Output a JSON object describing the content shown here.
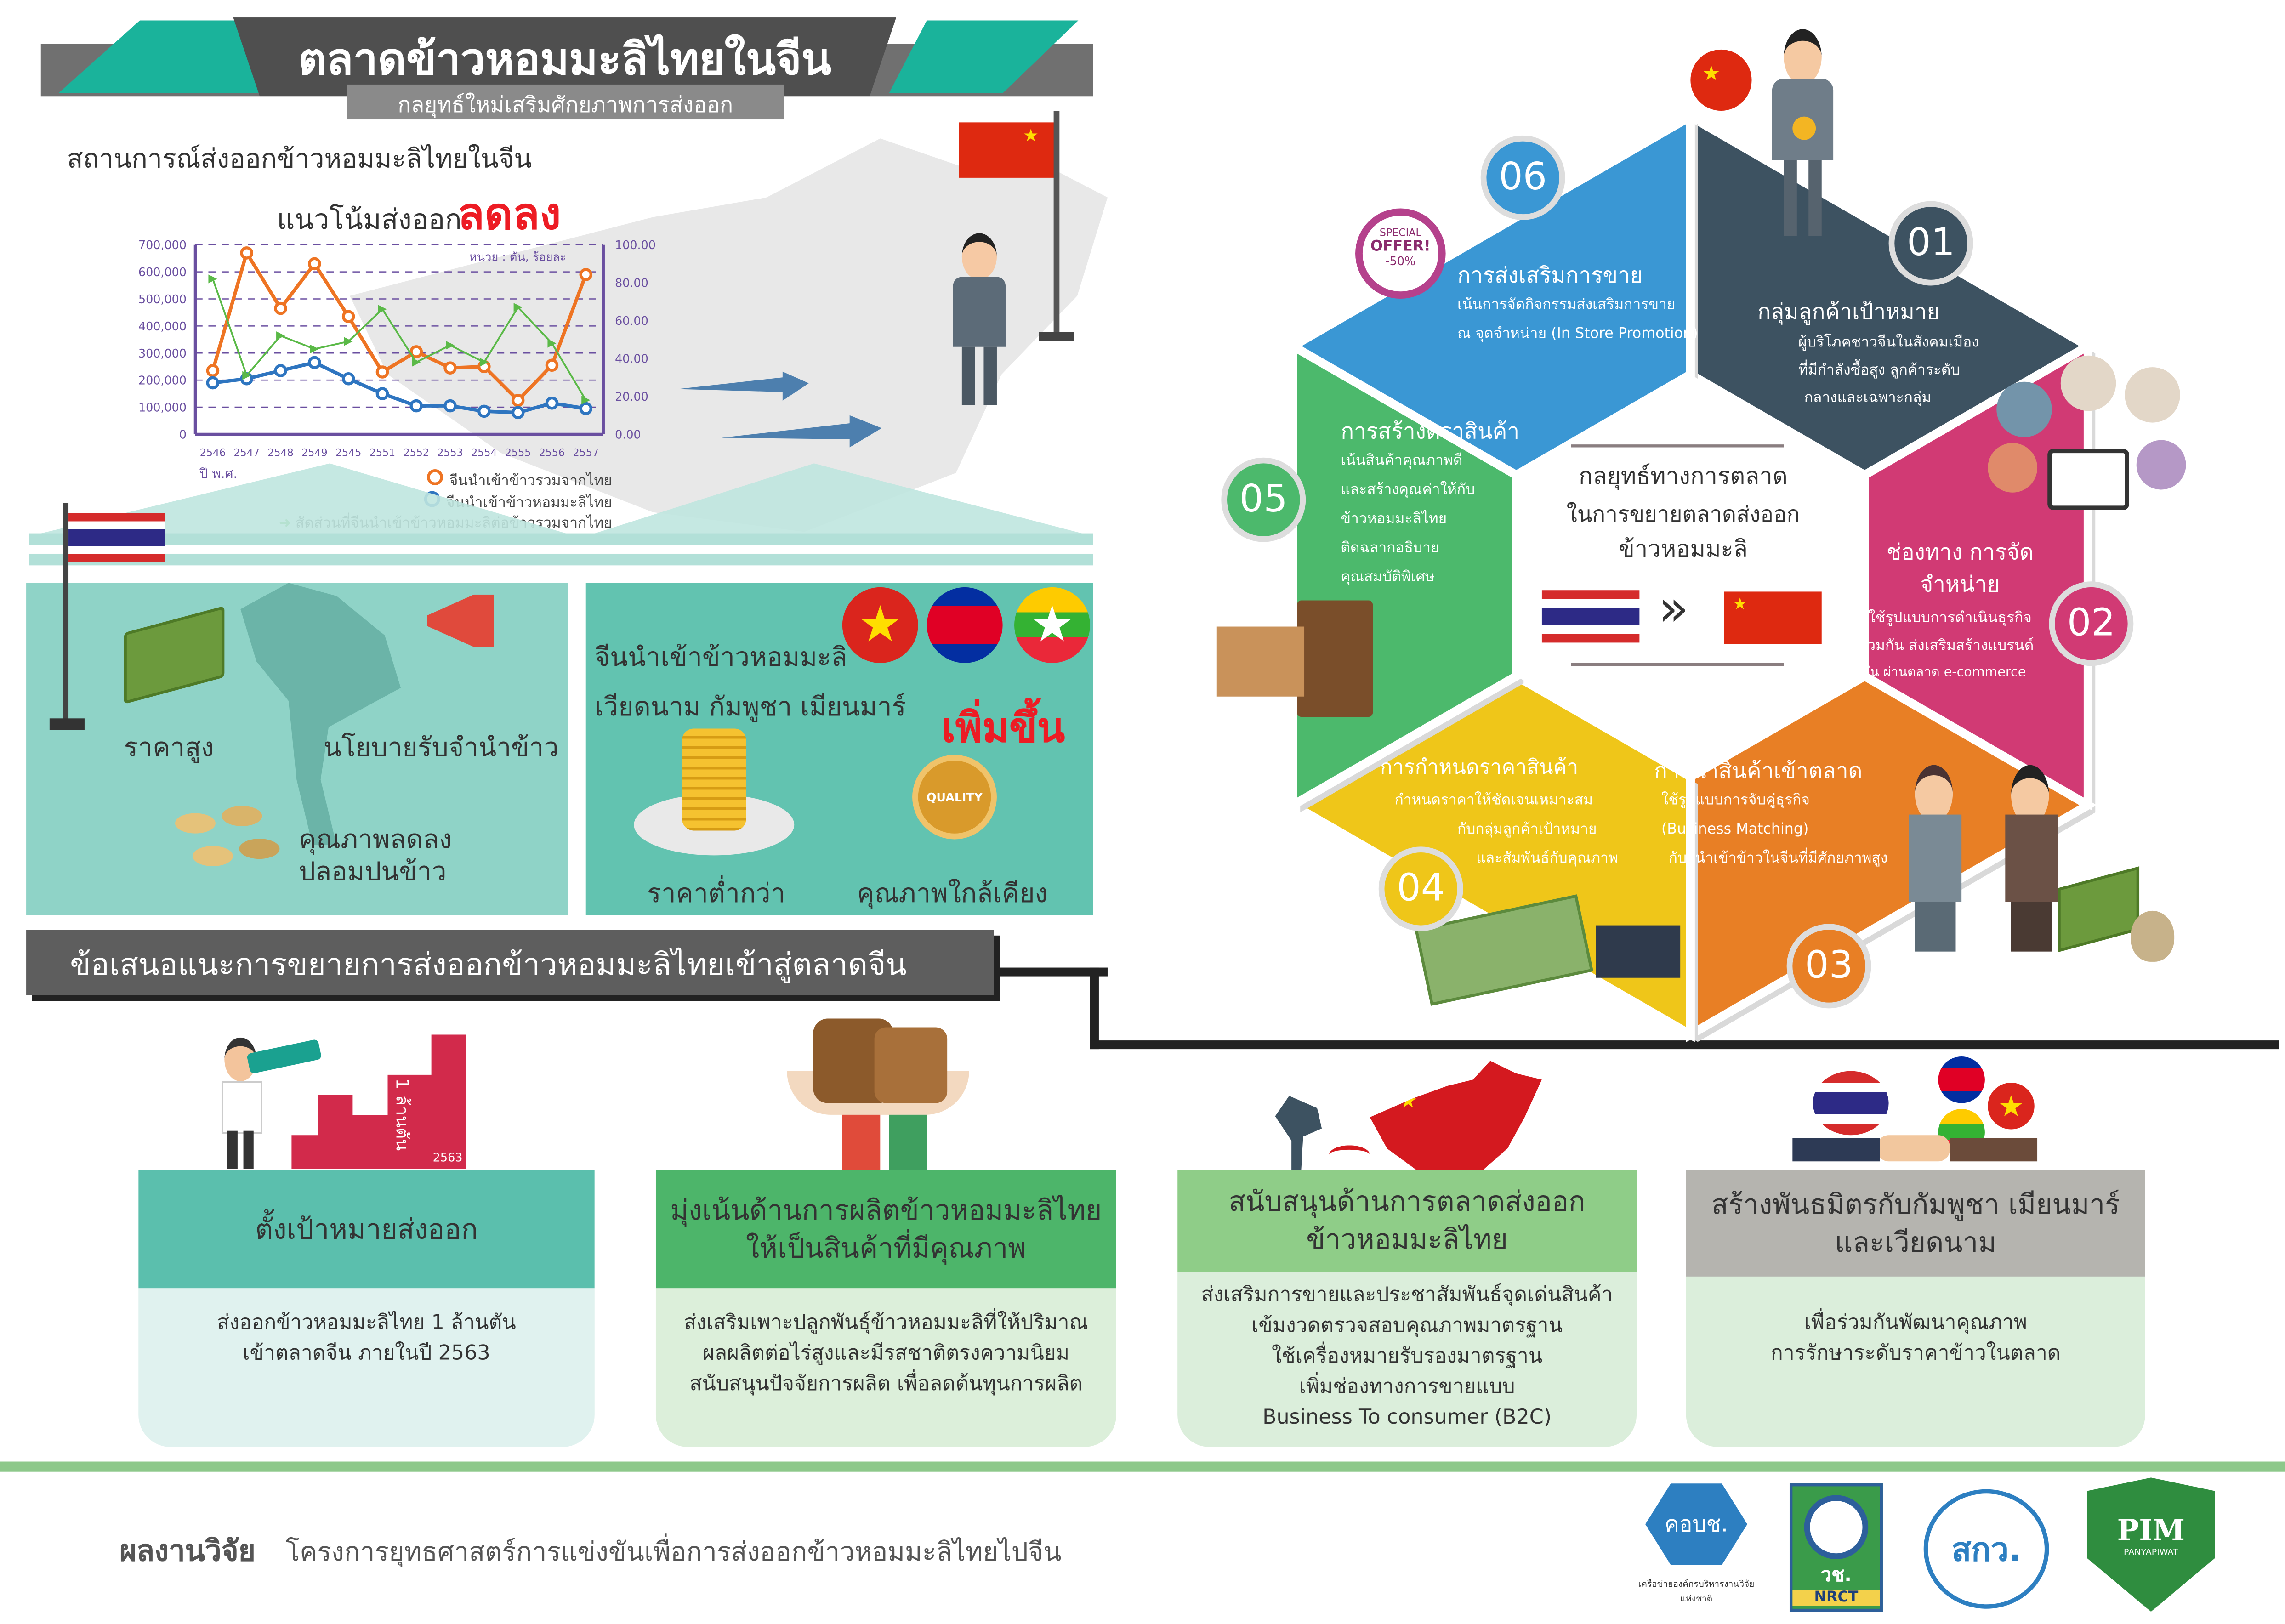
{
  "header": {
    "title": "ตลาดข้าวหอมมะลิไทยในจีน",
    "subtitle": "กลยุทธ์ใหม่เสริมศักยภาพการส่งออก"
  },
  "situation": {
    "heading": "สถานการณ์ส่งออกข้าวหอมมะลิไทยในจีน",
    "trend_label": "แนวโน้มส่งออก",
    "trend_value": "ลดลง"
  },
  "chart_data": {
    "type": "line",
    "title": "แนวโน้มส่งออก ลดลง",
    "unit_note": "หน่วย : ตัน, ร้อยละ",
    "xlabel": "ปี พ.ศ.",
    "categories": [
      "2546",
      "2547",
      "2548",
      "2549",
      "2545",
      "2551",
      "2552",
      "2553",
      "2554",
      "2555",
      "2556",
      "2557"
    ],
    "y_left": {
      "range": [
        0,
        700000
      ],
      "ticks": [
        "0",
        "100,000",
        "200,000",
        "300,000",
        "400,000",
        "500,000",
        "600,000",
        "700,000"
      ],
      "tick_values": [
        0,
        100000,
        200000,
        300000,
        400000,
        500000,
        600000,
        700000
      ]
    },
    "y_right": {
      "range": [
        0,
        100
      ],
      "ticks": [
        "0.00",
        "20.00",
        "40.00",
        "60.00",
        "80.00",
        "100.00"
      ],
      "tick_values": [
        0,
        20,
        40,
        60,
        80,
        100
      ]
    },
    "grid": true,
    "series": [
      {
        "name": "จีนนำเข้าข้าวรวมจากไทย",
        "axis": "left",
        "color": "#ee7423",
        "values": [
          235000,
          670000,
          465000,
          630000,
          435000,
          230000,
          305000,
          245000,
          250000,
          125000,
          255000,
          590000
        ]
      },
      {
        "name": "จีนนำเข้าข้าวหอมมะลิไทย",
        "axis": "left",
        "color": "#2e75c0",
        "values": [
          190000,
          205000,
          235000,
          265000,
          205000,
          150000,
          105000,
          105000,
          85000,
          80000,
          115000,
          95000
        ]
      },
      {
        "name": "สัดส่วนที่จีนนำเข้าข้าวหอมมะลิต่อข้าวรวมจากไทย",
        "axis": "right",
        "color": "#5ab947",
        "values": [
          82,
          31,
          52,
          45,
          49,
          66,
          38,
          47,
          38,
          67,
          48,
          18
        ]
      }
    ],
    "legend_position": "bottom-right"
  },
  "thai_panel": {
    "items": [
      "ราคาสูง",
      "นโยบายรับจำนำข้าว",
      "คุณภาพลดลง",
      "ปลอมปนข้าว"
    ]
  },
  "rival_panel": {
    "line1": "จีนนำเข้าข้าวหอมมะลิ",
    "line2": "เวียดนาม กัมพูชา เมียนมาร์",
    "increase": "เพิ่มขึ้น",
    "cheaper": "ราคาต่ำกว่า",
    "similar": "คุณภาพใกล้เคียง",
    "badge": "QUALITY"
  },
  "recommend": {
    "title": "ข้อเสนอแนะการขยายการส่งออกข้าวหอมมะลิไทยเข้าสู่ตลาดจีน"
  },
  "target_graphic": {
    "label": "1 ล้านตัน",
    "year": "2563"
  },
  "cards": [
    {
      "title": [
        "ตั้งเป้าหมายส่งออก"
      ],
      "body": [
        "ส่งออกข้าวหอมมะลิไทย 1 ล้านตัน",
        "เข้าตลาดจีน ภายในปี 2563"
      ]
    },
    {
      "title": [
        "มุ่งเน้นด้านการผลิตข้าวหอมมะลิไทย",
        "ให้เป็นสินค้าที่มีคุณภาพ"
      ],
      "body": [
        "ส่งเสริมเพาะปลูกพันธุ์ข้าวหอมมะลิที่ให้ปริมาณ",
        "ผลผลิตต่อไร่สูงและมีรสชาติตรงความนิยม",
        "สนับสนุนปัจจัยการผลิต เพื่อลดต้นทุนการผลิต"
      ]
    },
    {
      "title": [
        "สนับสนุนด้านการตลาดส่งออก",
        "ข้าวหอมมะลิไทย"
      ],
      "body": [
        "ส่งเสริมการขายและประชาสัมพันธ์จุดเด่นสินค้า",
        "เข้มงวดตรวจสอบคุณภาพมาตรฐาน",
        "ใช้เครื่องหมายรับรองมาตรฐาน",
        "เพิ่มช่องทางการขายแบบ",
        "Business To consumer (B2C)"
      ]
    },
    {
      "title": [
        "สร้างพันธมิตรกับกัมพูชา เมียนมาร์",
        "และเวียดนาม"
      ],
      "body": [
        "เพื่อร่วมกันพัฒนาคุณภาพ",
        "การรักษาระดับราคาข้าวในตลาด"
      ]
    }
  ],
  "strategy": {
    "center": [
      "กลยุทธ์ทางการตลาด",
      "ในการขยายตลาดส่งออก",
      "ข้าวหอมมะลิ"
    ],
    "segments": [
      {
        "num": "01",
        "title": "กลุ่มลูกค้าเป้าหมาย",
        "lines": [
          "ผู้บริโภคชาวจีนในสังคมเมือง",
          "ที่มีกำลังซื้อสูง ลูกค้าระดับ",
          "กลางและเฉพาะกลุ่ม"
        ],
        "color": "#3d5261"
      },
      {
        "num": "02",
        "title": "ช่องทาง การจัดจำหน่าย",
        "lines": [
          "ใช้รูปแบบการดำเนินธุรกิจ",
          "ร่วมกัน ส่งเสริมสร้างแบรนด์",
          "ร่วมกัน ผ่านตลาด e-commerce"
        ],
        "color": "#d13a74"
      },
      {
        "num": "03",
        "title": "การนำสินค้าเข้าตลาด",
        "lines": [
          "ใช้รูปแบบการจับคู่ธุรกิจ",
          "(Business Matching)",
          "กับผู้นำเข้าข้าวในจีนที่มีศักยภาพสูง"
        ],
        "color": "#e87f25"
      },
      {
        "num": "04",
        "title": "การกำหนดราคาสินค้า",
        "lines": [
          "กำหนดราคาให้ชัดเจนเหมาะสม",
          "กับกลุ่มลูกค้าเป้าหมาย",
          "และสัมพันธ์กับคุณภาพ"
        ],
        "color": "#efc619"
      },
      {
        "num": "05",
        "title": "การสร้างตราสินค้า",
        "lines": [
          "เน้นสินค้าคุณภาพดี",
          "และสร้างคุณค่าให้กับ",
          "ข้าวหอมมะลิไทย",
          "ติดฉลากอธิบาย",
          "คุณสมบัติพิเศษ"
        ],
        "color": "#4cb96c"
      },
      {
        "num": "06",
        "title": "การส่งเสริมการขาย",
        "lines": [
          "เน้นการจัดกิจกรรมส่งเสริมการขาย",
          "ณ จุดจำหน่าย (In Store Promotion)"
        ],
        "color": "#3a97d4"
      }
    ],
    "offer_badge": {
      "top": "SPECIAL",
      "mid": "OFFER!",
      "bottom": "-50%"
    }
  },
  "footer": {
    "label": "ผลงานวิจัย",
    "text": "โครงการยุทธศาสตร์การแข่งขันเพื่อการส่งออกข้าวหอมมะลิไทยไปจีน",
    "logos": [
      {
        "name": "คอบช.",
        "caption": "เครือข่ายองค์กรบริหารงานวิจัยแห่งชาติ"
      },
      {
        "name": "วช.",
        "caption": "NRCT"
      },
      {
        "name": "สกว.",
        "caption": ""
      },
      {
        "name": "PIM",
        "caption": "PANYAPIWAT"
      }
    ]
  },
  "colors": {
    "teal": "#1ab39b",
    "panel": "#8ed3c6",
    "gray_dark": "#5a5a5a",
    "red": "#ed1c24",
    "purple": "#6a4fa0"
  }
}
